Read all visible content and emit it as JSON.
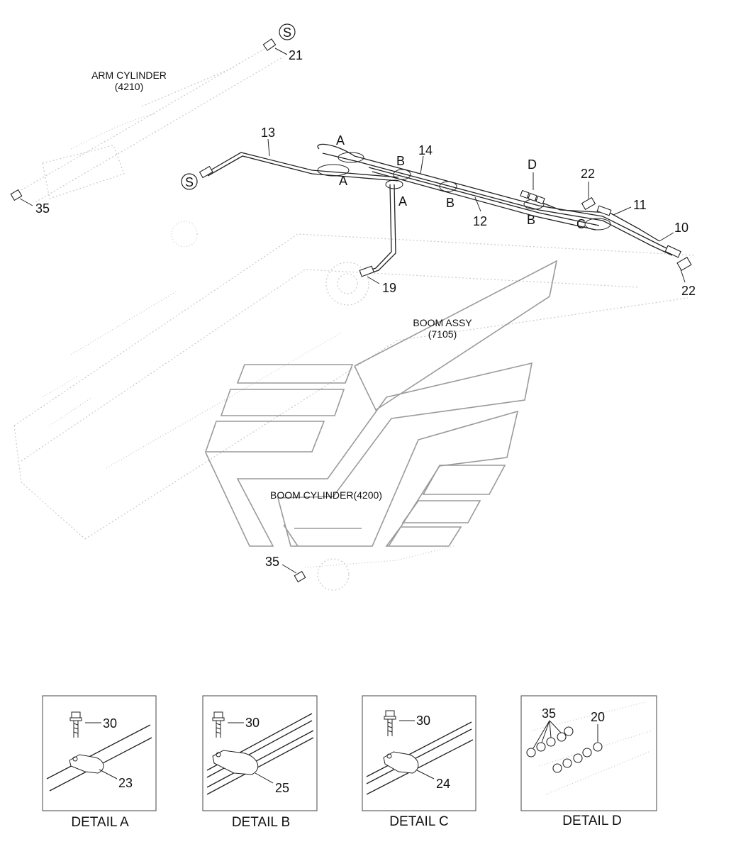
{
  "labels": {
    "arm_cylinder": "ARM CYLINDER",
    "arm_cylinder_code": "(4210)",
    "boom_assy": "BOOM ASSY",
    "boom_assy_code": "(7105)",
    "boom_cylinder": "BOOM CYLINDER(4200)"
  },
  "callouts": {
    "p21": "21",
    "p35_top": "35",
    "p13": "13",
    "p14": "14",
    "p12": "12",
    "p19": "19",
    "p22_top": "22",
    "p11": "11",
    "p10": "10",
    "p22_bottom": "22",
    "p35_bottom": "35"
  },
  "section_letters": {
    "s_top": "S",
    "s_left": "S",
    "a1": "A",
    "a2": "A",
    "a3": "A",
    "b1": "B",
    "b2": "B",
    "b3": "B",
    "c1": "C",
    "d1": "D"
  },
  "details": [
    {
      "title": "DETAIL A",
      "bolt": "30",
      "clamp": "23"
    },
    {
      "title": "DETAIL B",
      "bolt": "30",
      "clamp": "25"
    },
    {
      "title": "DETAIL C",
      "bolt": "30",
      "clamp": "24"
    },
    {
      "title": "DETAIL D",
      "fittings_a": "35",
      "fittings_b": "20"
    }
  ]
}
